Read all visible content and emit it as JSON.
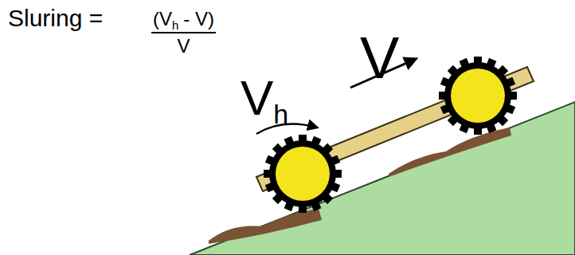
{
  "diagram": {
    "labels": [
      "Sluring =",
      "(V",
      "h",
      "- V)",
      "V",
      "V",
      "V",
      "h"
    ]
  }
}
